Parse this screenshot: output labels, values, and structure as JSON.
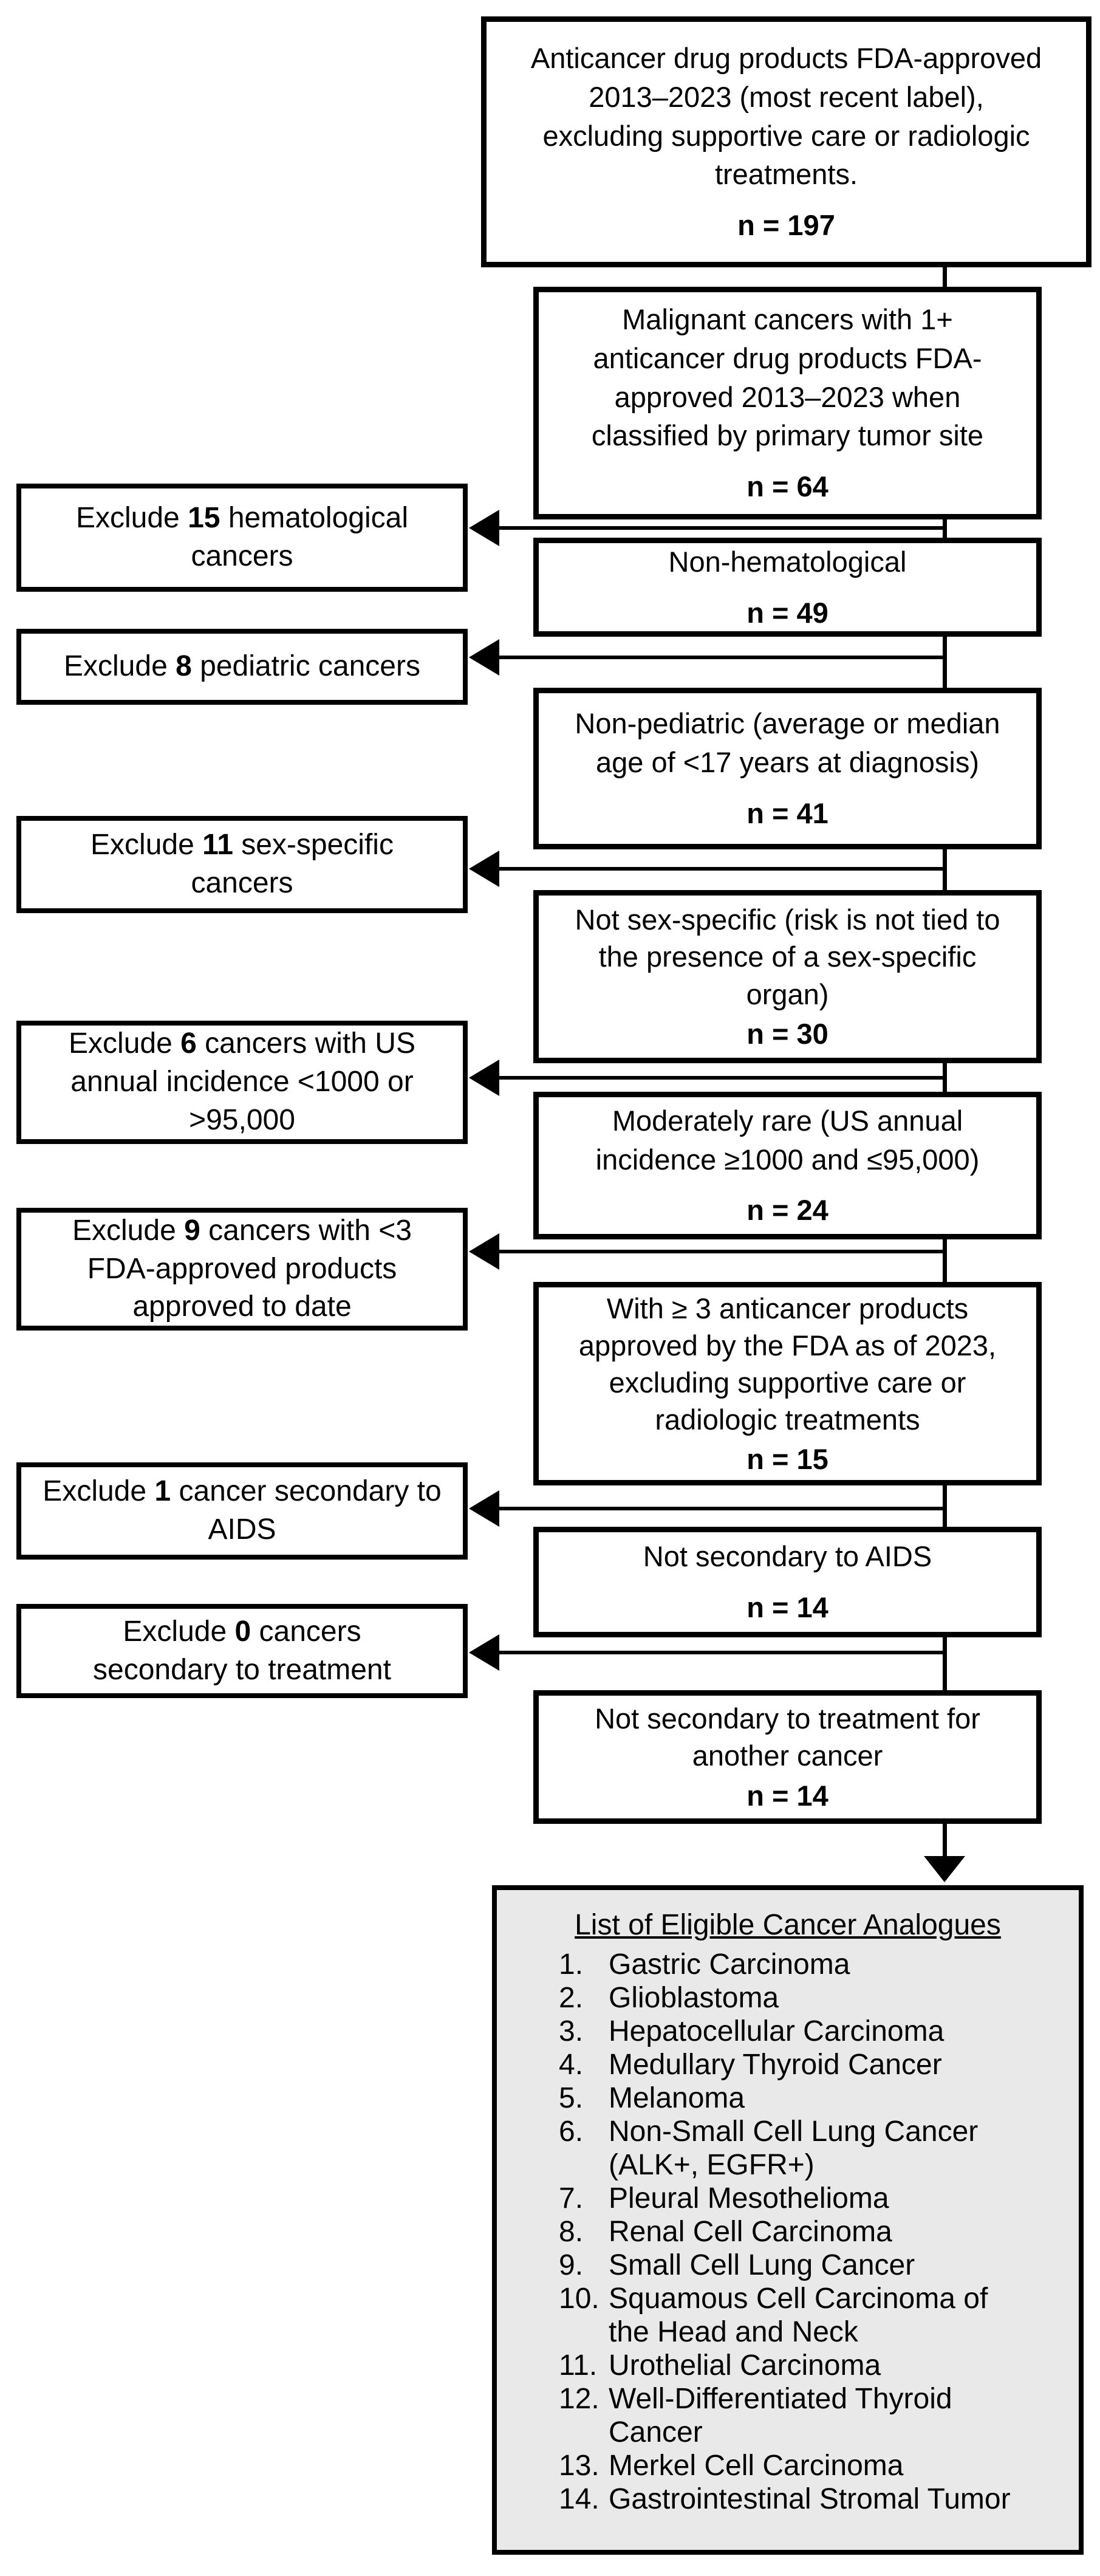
{
  "flow": {
    "boxes": [
      {
        "id": "initial",
        "lines": [
          "Anticancer drug products FDA-approved",
          "2013–2023 (most recent label),",
          "excluding supportive care or radiologic",
          "treatments."
        ],
        "n": "n = 197"
      },
      {
        "id": "malignant",
        "lines": [
          "Malignant cancers with 1+",
          "anticancer drug products FDA-",
          "approved 2013–2023 when",
          "classified by primary tumor site"
        ],
        "n": "n = 64"
      },
      {
        "id": "non-hematological",
        "lines": [
          "Non-hematological"
        ],
        "n": "n = 49"
      },
      {
        "id": "non-pediatric",
        "lines": [
          "Non-pediatric (average or median",
          "age of <17 years at diagnosis)"
        ],
        "n": "n = 41"
      },
      {
        "id": "not-sex-specific",
        "lines": [
          "Not sex-specific (risk is not tied to",
          "the presence of a sex-specific",
          "organ)"
        ],
        "n": "n = 30"
      },
      {
        "id": "moderately-rare",
        "lines": [
          "Moderately rare (US annual",
          "incidence ≥1000 and ≤95,000)"
        ],
        "n": "n = 24"
      },
      {
        "id": "min-3-products",
        "lines": [
          "With ≥ 3 anticancer products",
          "approved by the FDA as of 2023,",
          "excluding supportive care or",
          "radiologic treatments"
        ],
        "n": "n = 15"
      },
      {
        "id": "not-secondary-aids",
        "lines": [
          "Not secondary to AIDS"
        ],
        "n": "n = 14"
      },
      {
        "id": "not-secondary-treatment",
        "lines": [
          "Not secondary to treatment for",
          "another cancer"
        ],
        "n": "n = 14"
      }
    ],
    "excludes": [
      {
        "pre": "Exclude ",
        "count": "15",
        "post": " hematological cancers"
      },
      {
        "pre": "Exclude ",
        "count": "8",
        "post": " pediatric cancers"
      },
      {
        "pre": "Exclude ",
        "count": "11",
        "post": " sex-specific cancers"
      },
      {
        "pre": "Exclude ",
        "count": "6",
        "post": " cancers with US annual incidence <1000 or >95,000"
      },
      {
        "pre": "Exclude ",
        "count": "9",
        "post": " cancers with <3 FDA-approved products approved to date"
      },
      {
        "pre": "Exclude ",
        "count": "1",
        "post": " cancer secondary to AIDS"
      },
      {
        "pre": "Exclude ",
        "count": "0",
        "post": " cancers secondary to treatment"
      }
    ]
  },
  "final_list": {
    "title": "List of Eligible Cancer Analogues",
    "items": [
      {
        "num": "1.",
        "lines": [
          "Gastric Carcinoma"
        ]
      },
      {
        "num": "2.",
        "lines": [
          "Glioblastoma"
        ]
      },
      {
        "num": "3.",
        "lines": [
          "Hepatocellular Carcinoma"
        ]
      },
      {
        "num": "4.",
        "lines": [
          "Medullary Thyroid Cancer"
        ]
      },
      {
        "num": "5.",
        "lines": [
          "Melanoma"
        ]
      },
      {
        "num": "6.",
        "lines": [
          "Non-Small Cell Lung Cancer",
          "(ALK+, EGFR+)"
        ]
      },
      {
        "num": "7.",
        "lines": [
          "Pleural Mesothelioma"
        ]
      },
      {
        "num": "8.",
        "lines": [
          "Renal Cell Carcinoma"
        ]
      },
      {
        "num": "9.",
        "lines": [
          "Small Cell Lung Cancer"
        ]
      },
      {
        "num": "10.",
        "lines": [
          "Squamous Cell Carcinoma of",
          "the Head and Neck"
        ]
      },
      {
        "num": "11.",
        "lines": [
          "Urothelial Carcinoma"
        ]
      },
      {
        "num": "12.",
        "lines": [
          "Well-Differentiated Thyroid",
          "Cancer"
        ]
      },
      {
        "num": "13.",
        "lines": [
          "Merkel Cell Carcinoma"
        ]
      },
      {
        "num": "14.",
        "lines": [
          "Gastrointestinal Stromal Tumor"
        ]
      }
    ]
  },
  "colors": {
    "line": "#000000",
    "box_background": "#ffffff",
    "final_box_fill": "#e9e9e9"
  }
}
